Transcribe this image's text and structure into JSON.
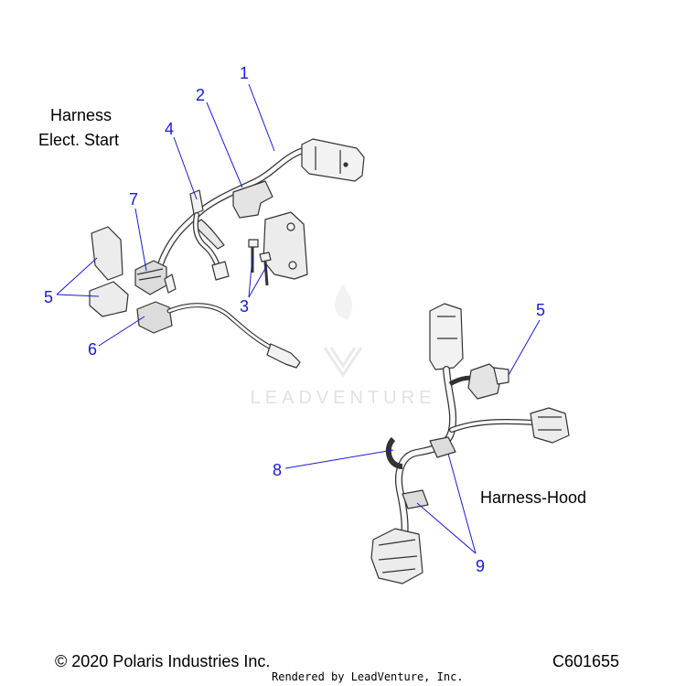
{
  "labels": {
    "harness_elect_line1": "Harness",
    "harness_elect_line2": "Elect. Start",
    "harness_hood": "Harness-Hood"
  },
  "callouts": [
    "1",
    "2",
    "3",
    "4",
    "5",
    "6",
    "7",
    "5",
    "8",
    "9"
  ],
  "watermark": "LEADVENTURE",
  "footer": {
    "copyright": "© 2020 Polaris Industries Inc.",
    "code": "C601655",
    "rendered_by": "Rendered by LeadVenture, Inc."
  },
  "colors": {
    "callout": "#1a1ad0",
    "leader": "#1a1ad0",
    "drawing": "#333333",
    "fill_light": "#f2f2f2",
    "fill_mid": "#d8d8d8",
    "watermark": "#e6e6e6"
  }
}
